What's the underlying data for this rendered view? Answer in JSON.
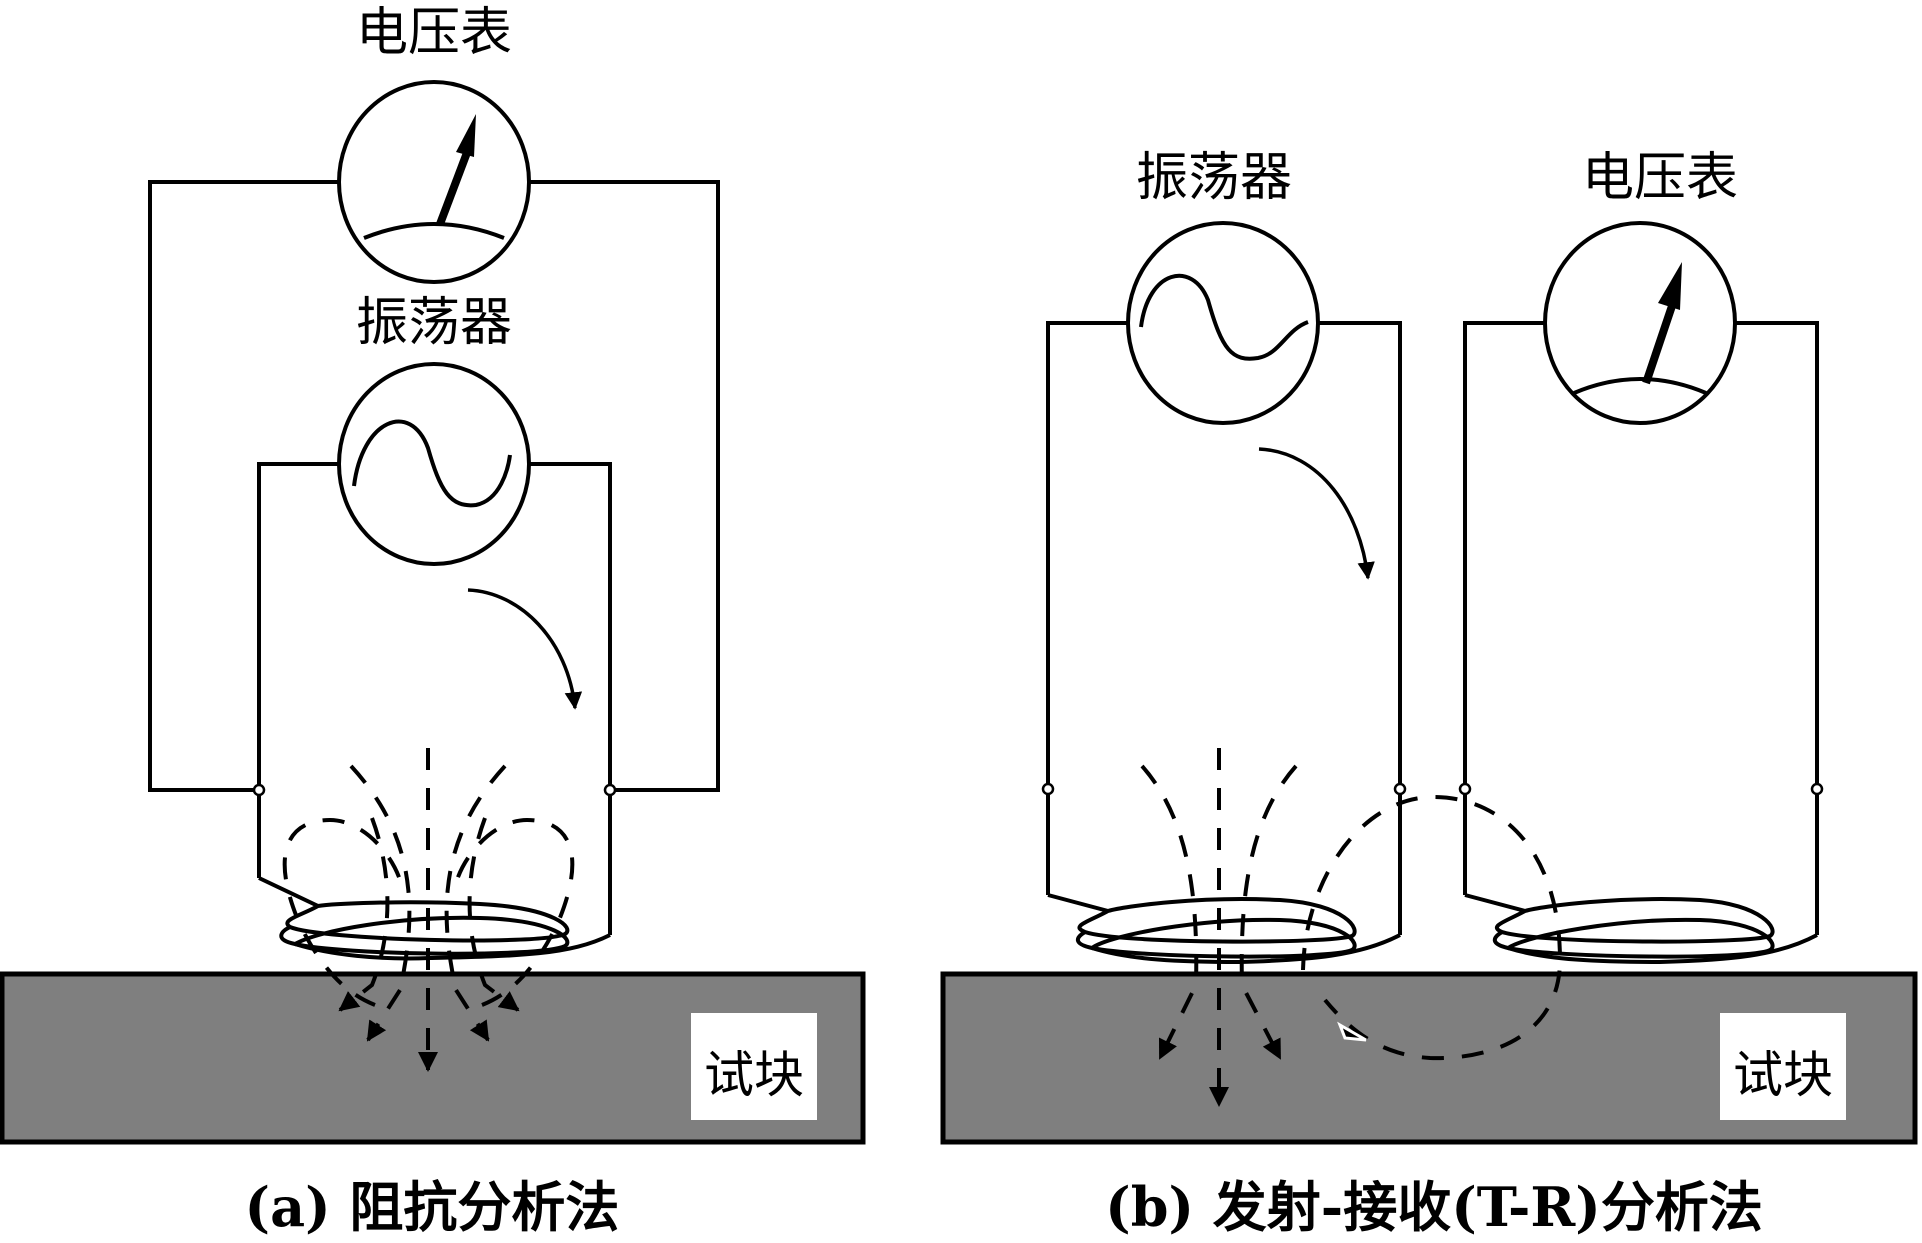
{
  "figure": {
    "panels": [
      {
        "id": "a",
        "caption": "(a) 阻抗分析法",
        "voltmeter_label": "电压表",
        "oscillator_label": "振荡器",
        "specimen_label": "试块"
      },
      {
        "id": "b",
        "caption": "(b) 发射-接收(T-R)分析法",
        "voltmeter_label": "电压表",
        "oscillator_label": "振荡器",
        "specimen_label": "试块"
      }
    ],
    "colors": {
      "specimen_fill": "#7f7f7f",
      "line": "#000000",
      "background": "#ffffff"
    }
  }
}
